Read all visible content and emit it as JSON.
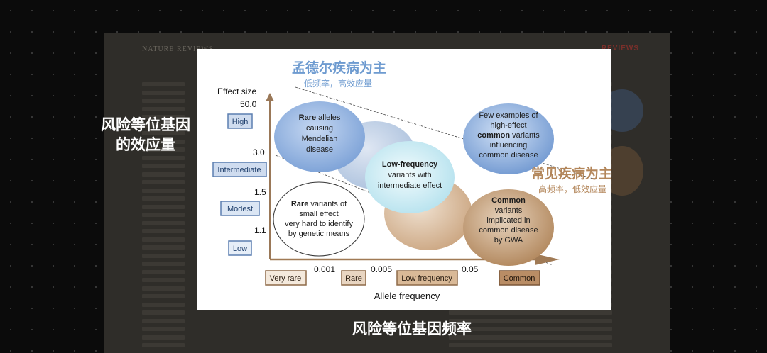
{
  "overlay": {
    "left_caption_line1": "风险等位基因",
    "left_caption_line2": "的效应量",
    "bottom_caption": "风险等位基因频率"
  },
  "paper": {
    "header": "NATURE REVIEWS",
    "section": "REVIEWS"
  },
  "figure": {
    "mendelian_title": "孟德尔疾病为主",
    "mendelian_subtitle": "低频率，高效应量",
    "common_title": "常见疾病为主",
    "common_subtitle": "高频率，低效应量",
    "y_axis_label": "Effect size",
    "x_axis_label": "Allele frequency",
    "y_ticks": [
      "50.0",
      "3.0",
      "1.5",
      "1.1"
    ],
    "x_ticks": [
      "0.001",
      "0.005",
      "0.05"
    ],
    "y_categories": [
      "High",
      "Intermediate",
      "Modest",
      "Low"
    ],
    "x_categories": [
      "Very rare",
      "Rare",
      "Low frequency",
      "Common"
    ],
    "rare_bubble": {
      "bold": "Rare",
      "l1": " alleles",
      "l2": "causing",
      "l3": "Mendelian",
      "l4": "disease"
    },
    "lowfreq_bubble": {
      "bold": "Low-frequency",
      "l2": "variants with",
      "l3": "intermediate effect"
    },
    "few_bubble": {
      "l1": "Few examples of",
      "l2": "high-effect",
      "bold": "common",
      "l3b": " variants",
      "l4": "influencing",
      "l5": "common disease"
    },
    "common_bubble": {
      "bold": "Common",
      "l2": "variants",
      "l3": "implicated in",
      "l4": "common disease",
      "l5": "by GWA"
    },
    "small_bubble": {
      "bold": "Rare",
      "l1": " variants of",
      "l2": "small effect",
      "l3": "very hard to identify",
      "l4": "by genetic means"
    }
  },
  "colors": {
    "blue_label": "#6e9bd0",
    "brown_label": "#b3865a",
    "arrow": "#a07a55"
  }
}
